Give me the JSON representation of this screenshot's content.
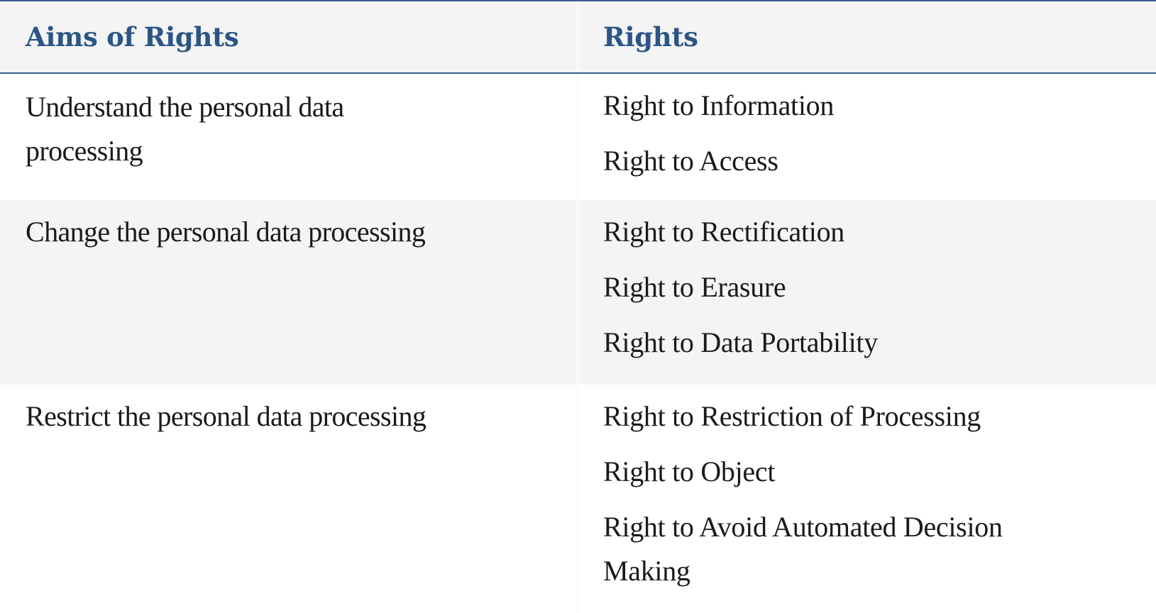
{
  "table": {
    "headers": {
      "aims": "Aims of Rights",
      "rights": "Rights"
    },
    "rows": [
      {
        "aim": "Understand the personal data processing",
        "rights": [
          "Right to Information",
          "Right to Access"
        ]
      },
      {
        "aim": "Change the personal data processing",
        "rights": [
          "Right to Rectification",
          "Right to Erasure",
          "Right to Data Portability"
        ]
      },
      {
        "aim": "Restrict the personal data processing",
        "rights": [
          "Right to Restriction of Processing",
          "Right to Object",
          "Right to Avoid Automated Decision Making"
        ]
      }
    ]
  },
  "colors": {
    "header_text": "#2b5585",
    "header_rule": "#3b5f8f",
    "band_gray": "#f4f4f4",
    "body_text": "#1a1a1a"
  }
}
